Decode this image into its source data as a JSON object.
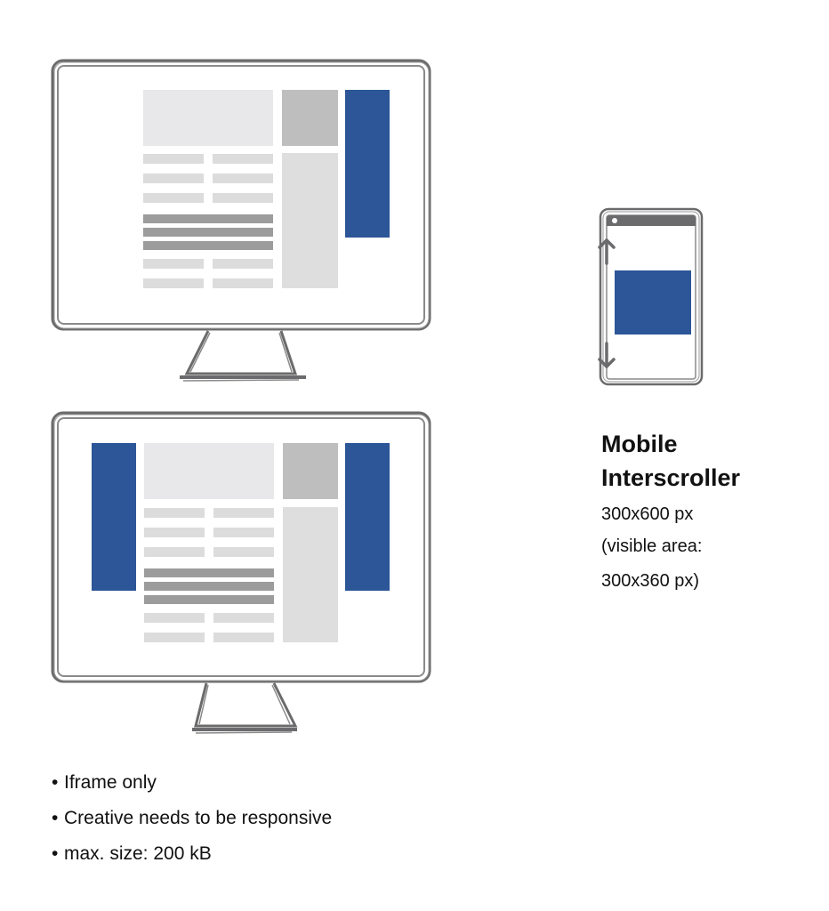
{
  "colors": {
    "ad_blue": "#2c5697",
    "frame_gray": "#6b6b6d"
  },
  "monitors": [
    {
      "label": "",
      "ad_placements": [
        "right-skyscraper"
      ]
    },
    {
      "label": "",
      "ad_placements": [
        "left-skyscraper",
        "right-skyscraper"
      ]
    }
  ],
  "phone": {
    "icons": [
      "arrow-up-icon",
      "arrow-down-icon"
    ]
  },
  "format": {
    "title_line1": "Mobile",
    "title_line2": "Interscroller",
    "size": "300x600 px",
    "visible_area_line1": "(visible area:",
    "visible_area_line2": "300x360 px)"
  },
  "requirements": [
    "Iframe only",
    "Creative needs to be responsive",
    "max. size: 200 kB"
  ],
  "bullet_char": "•"
}
